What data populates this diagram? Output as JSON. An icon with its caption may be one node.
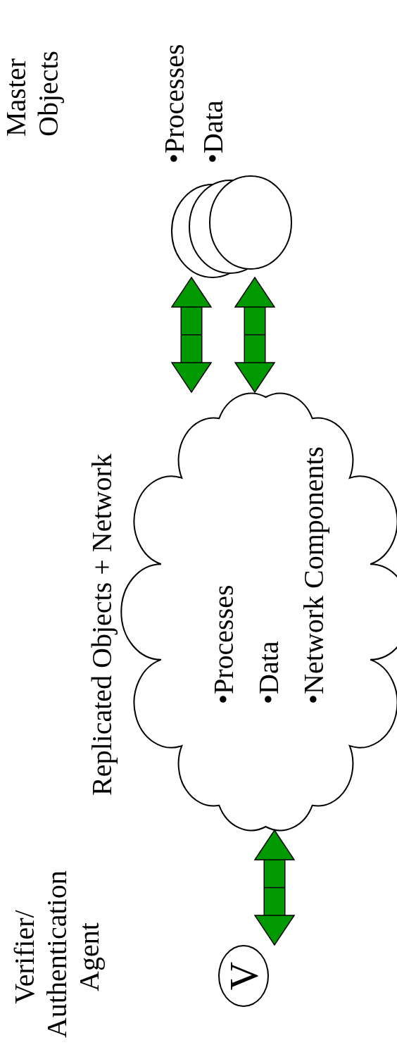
{
  "diagram": {
    "nodes": [
      {
        "text": [
          "V"
        ]
      },
      {
        "text": [
          "•Processes",
          "•Data",
          "•Network Components"
        ]
      },
      {
        "text": [],
        "shape": "ellipse"
      }
    ],
    "edges": [
      {
        "from": 0,
        "to": 1,
        "arrow": "both"
      },
      {
        "from": 1,
        "to": 2,
        "arrow": "both"
      },
      {
        "from": 1,
        "to": 2,
        "arrow": "both"
      }
    ],
    "labels": [
      "Verifier/ Authentication Agent",
      "Replicated Objects + Network",
      "Master Objects",
      "•Processes",
      "•Data"
    ]
  }
}
